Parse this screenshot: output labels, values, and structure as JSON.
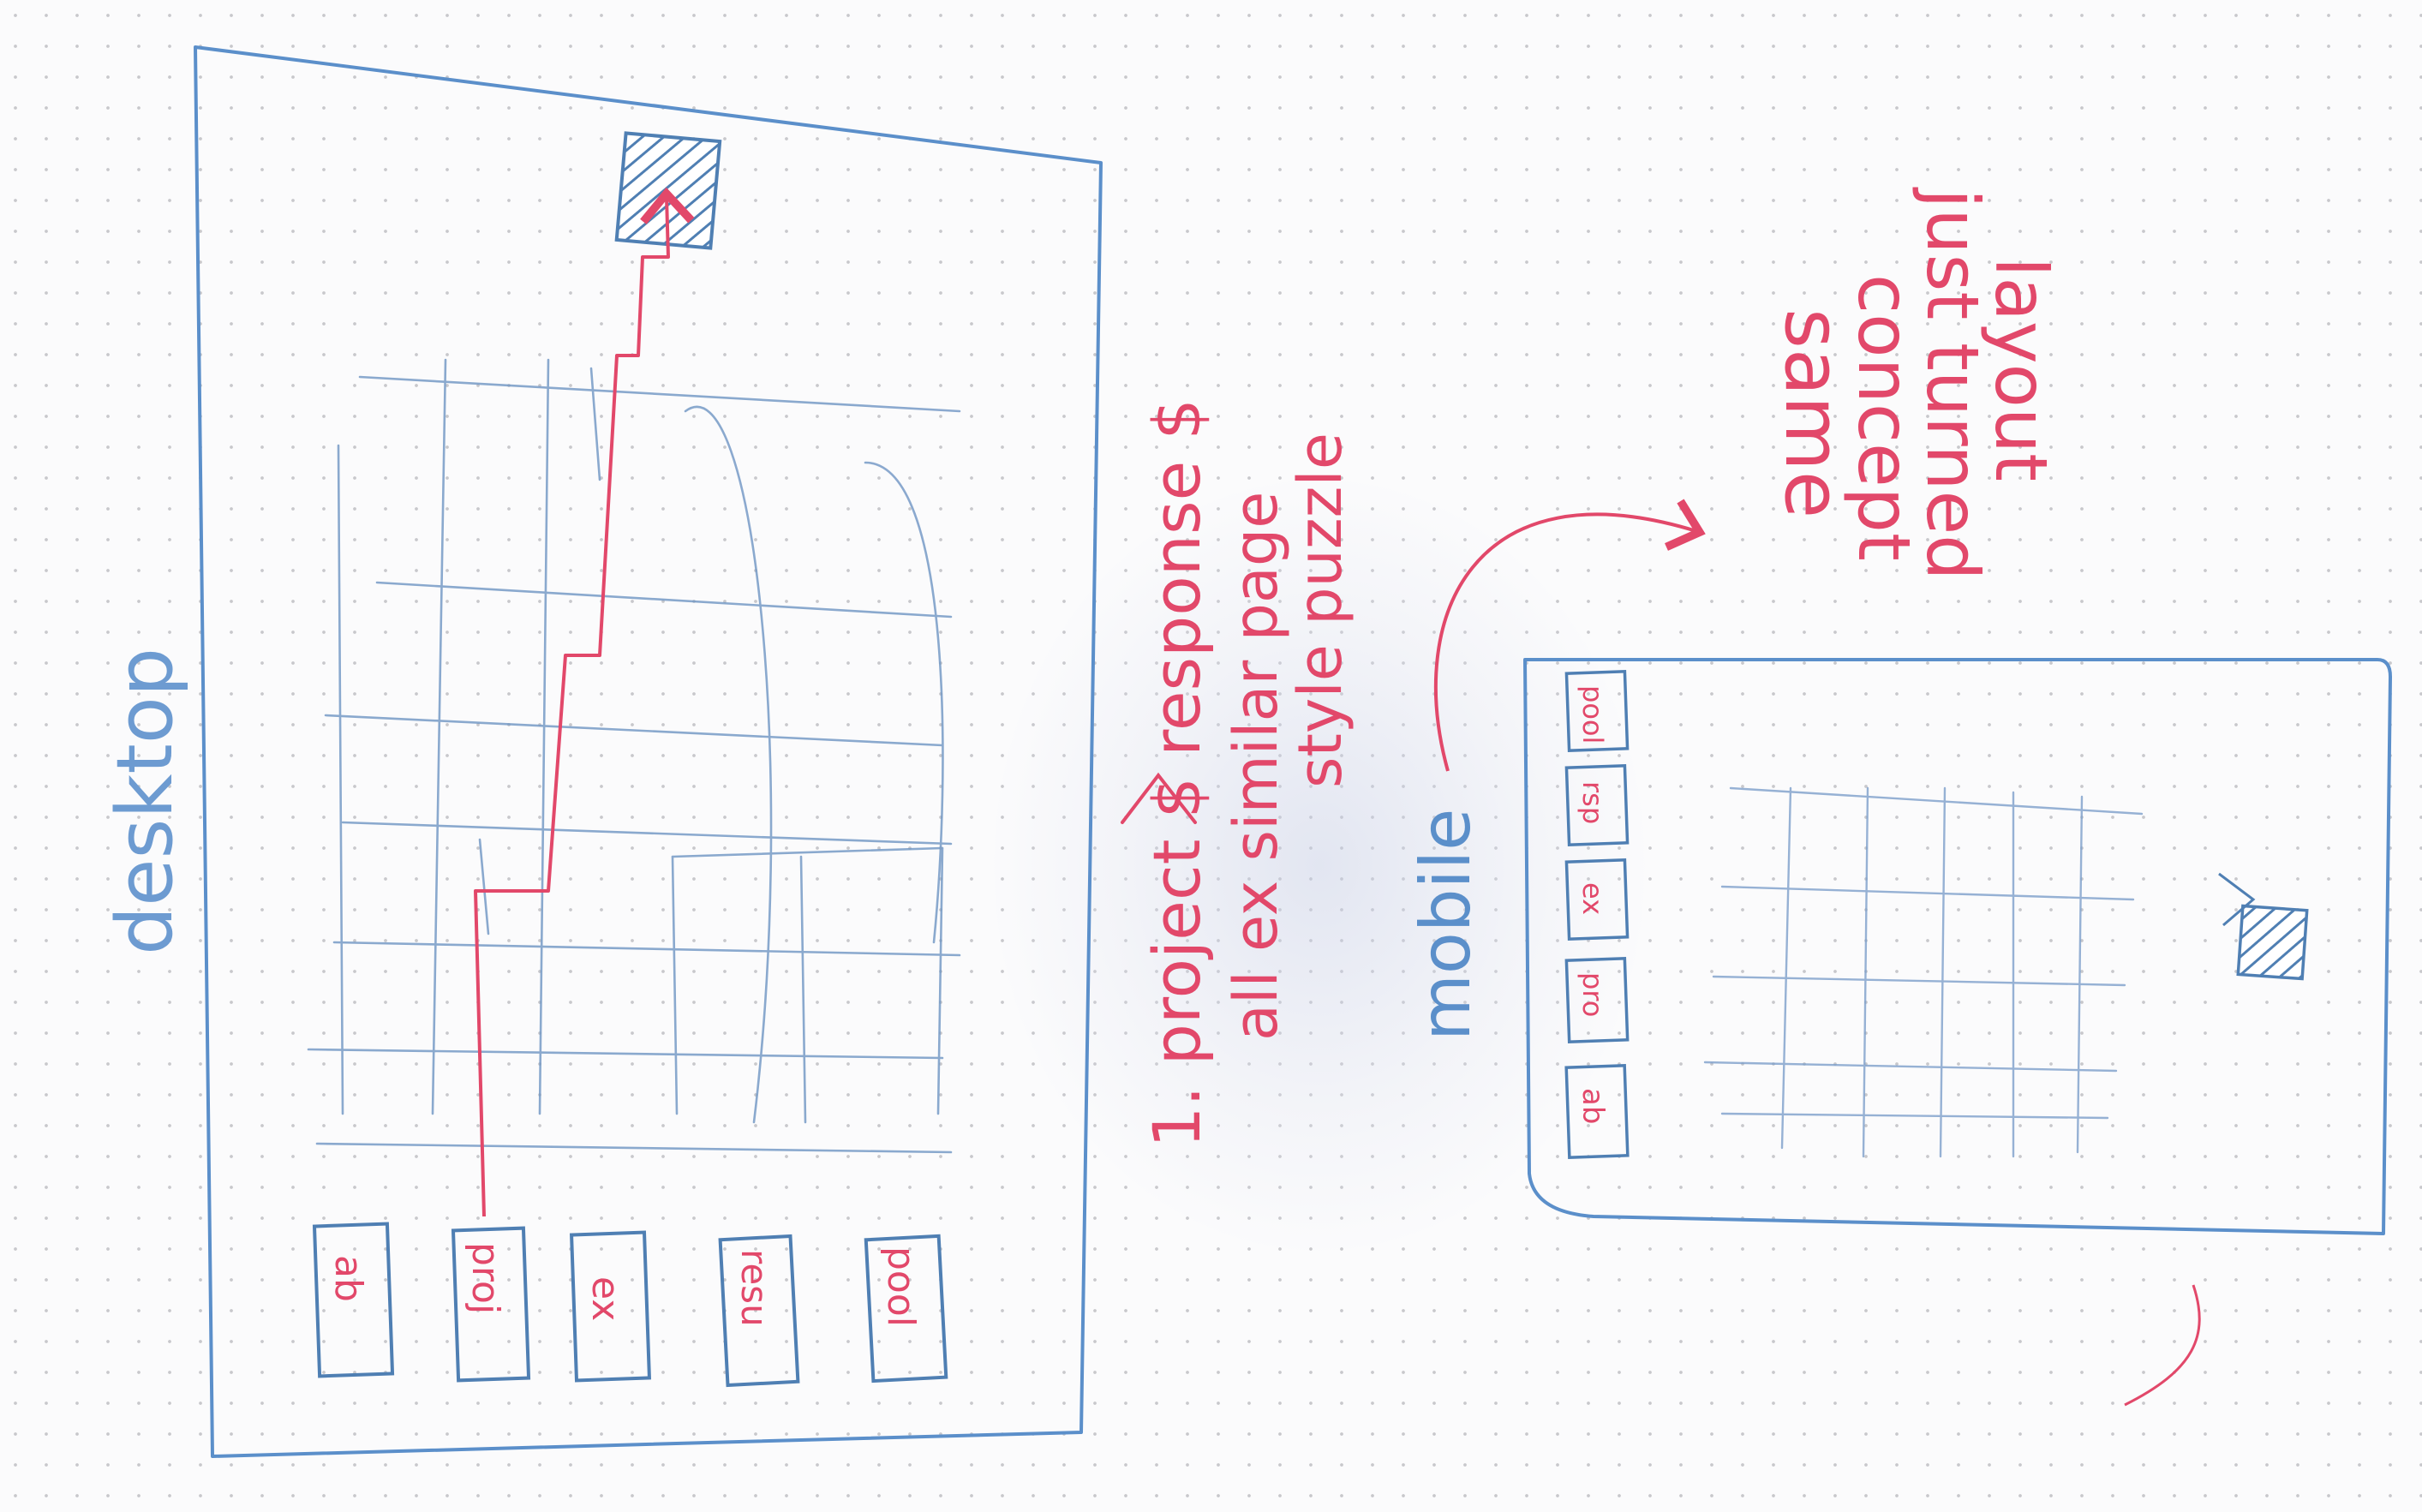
{
  "sketch": {
    "desktop_label": "desktop",
    "mobile_label": "mobile",
    "desktop_nav": [
      "ab",
      "proj",
      "ex",
      "resu",
      "pool"
    ],
    "mobile_nav": [
      "ab",
      "pro",
      "ex",
      "rsp",
      "pool"
    ],
    "note_line1": "1. project $ response $",
    "note_line2": "all ex similar page",
    "note_line3": "style puzzle",
    "same_line1": "same",
    "same_line2": "concept",
    "same_line3": "just turned",
    "same_line4": "layout"
  },
  "colors": {
    "pen_blue": "#5b8fca",
    "pen_blue_light": "#8fb0d8",
    "pen_red": "#e2486a"
  }
}
